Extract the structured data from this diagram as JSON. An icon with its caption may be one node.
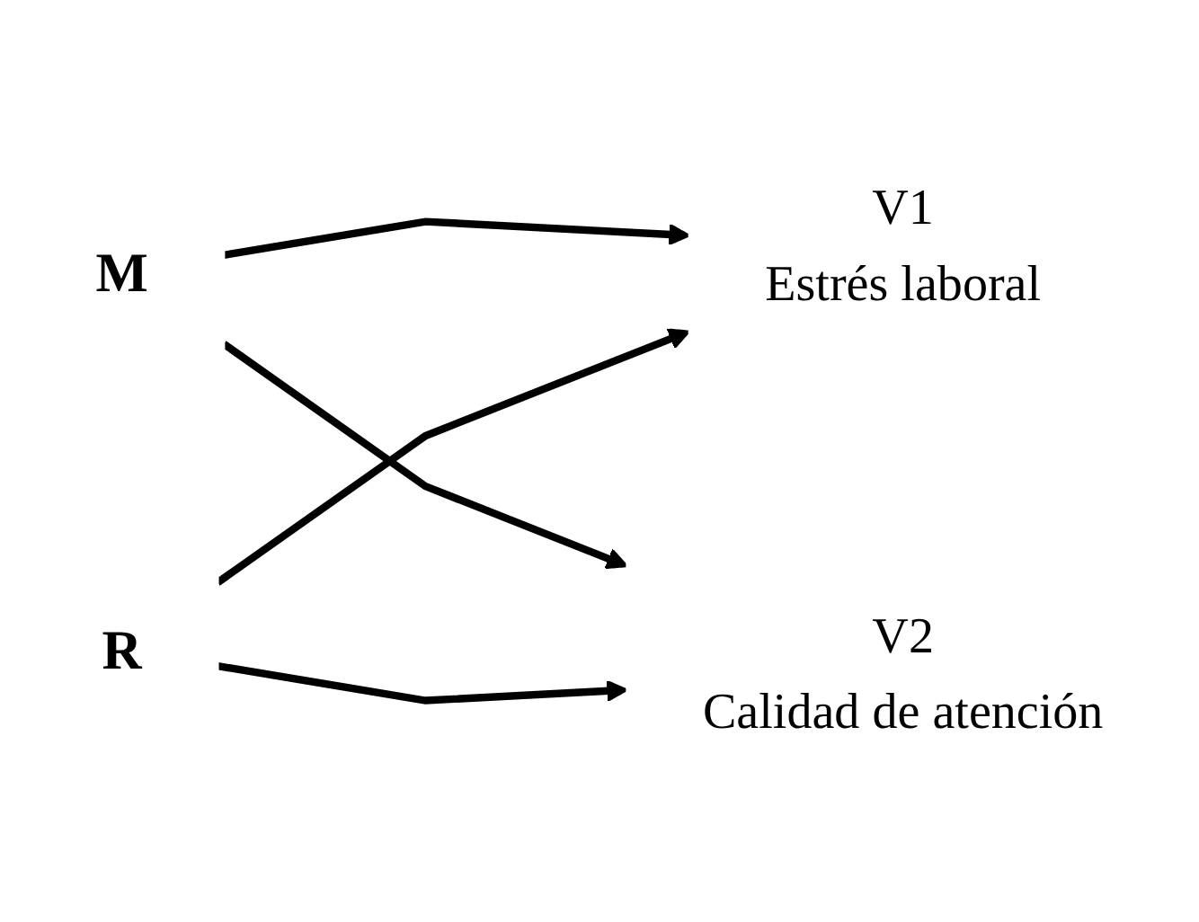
{
  "diagram": {
    "nodes": [
      {
        "text": [
          "V1",
          "Estrés laboral"
        ]
      },
      {
        "text": [
          "M"
        ]
      },
      {
        "text": [
          "R"
        ]
      },
      {
        "text": [
          "V2",
          "Calidad de atención"
        ]
      }
    ],
    "edges": [
      {
        "from": 1,
        "to": 0,
        "arrow": "to"
      },
      {
        "from": 1,
        "to": 3,
        "arrow": "to"
      },
      {
        "from": 2,
        "to": 0,
        "arrow": "to"
      },
      {
        "from": 2,
        "to": 3,
        "arrow": "to"
      }
    ]
  }
}
